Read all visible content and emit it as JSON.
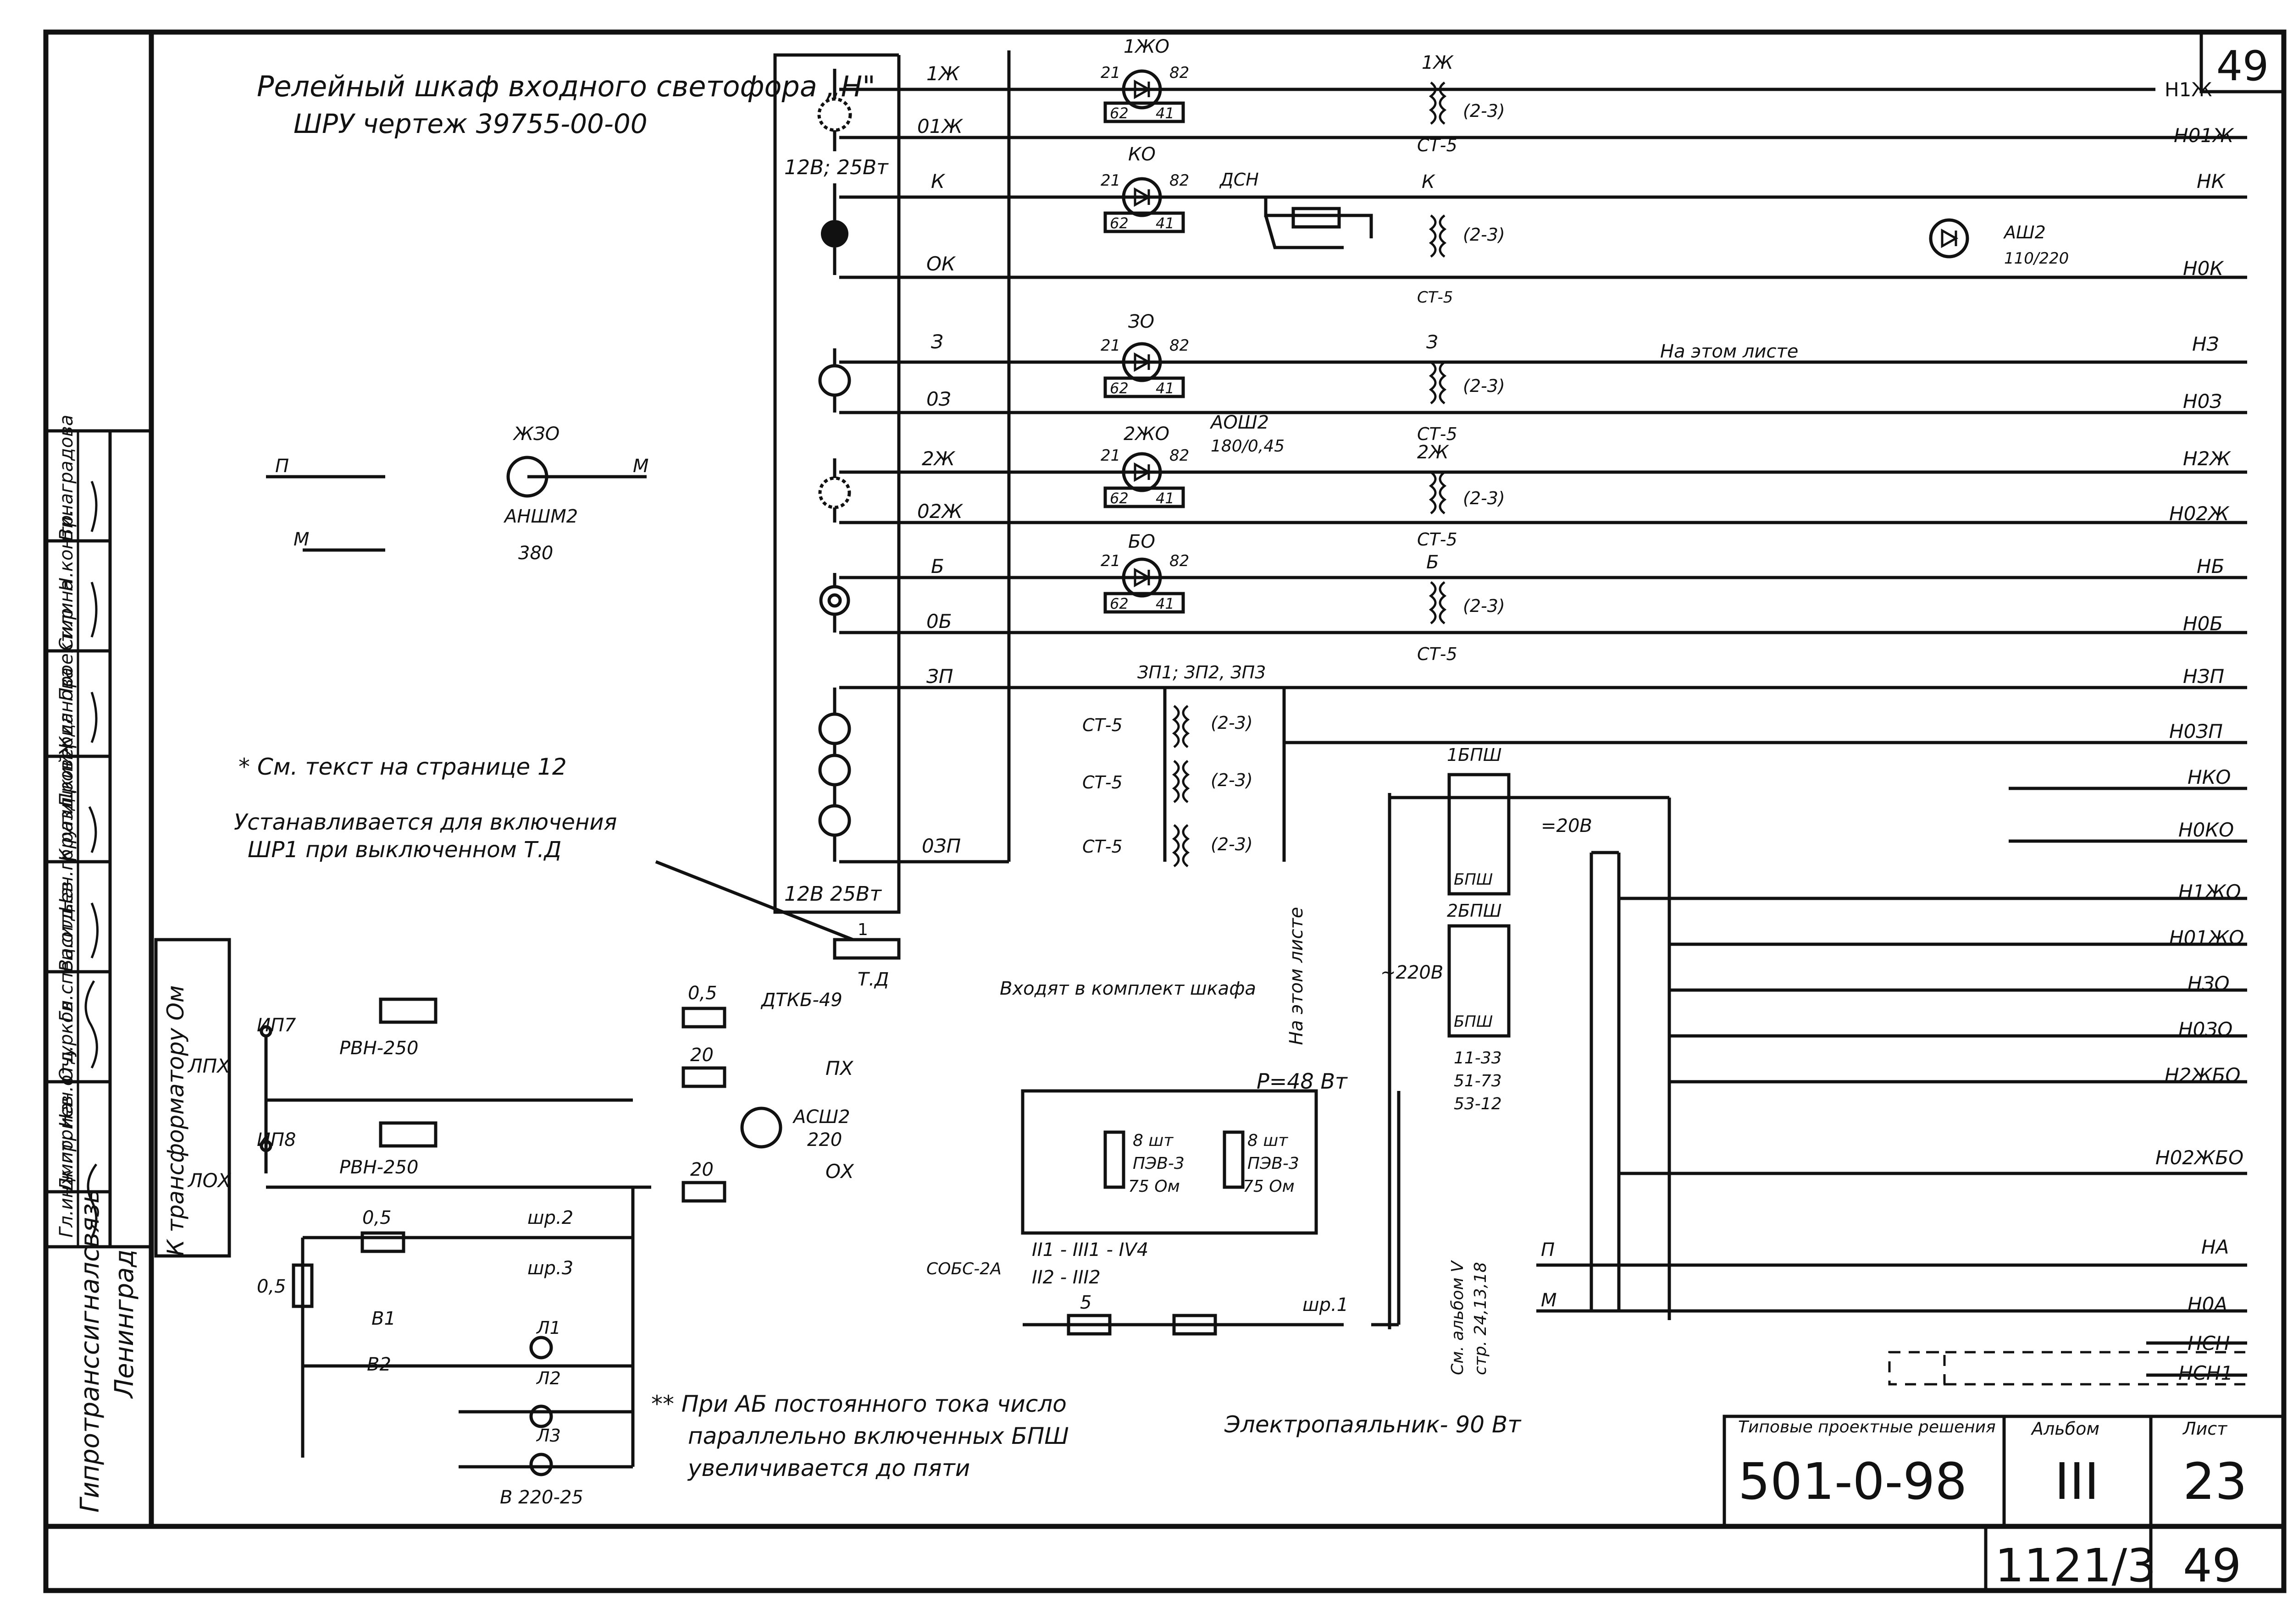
{
  "sheet": {
    "sheet_number_top": "49",
    "title_line1": "Релейный шкаф входного светофора „Н\"",
    "title_line2": "ШРУ чертеж 39755-00-00",
    "note_star": "* См. текст на странице 12",
    "note_install_line1": "Устанавливается для включения",
    "note_install_line2": "ШР1 при выключенном Т.Д",
    "note_kit": "Входят в комплект шкафа",
    "note_dstar_line1": "** При АБ постоянного тока число",
    "note_dstar_line2": "параллельно включенных БПШ",
    "note_dstar_line3": "увеличивается до пяти",
    "soldering_iron": "Электропаяльник- 90 Вт",
    "power_label": "Р=48 Вт",
    "on_this_sheet": "На этом листе",
    "see_album": "См. альбом V",
    "see_pages": "стр. 24,13,18",
    "to_transformer": "К трансформатору Ом",
    "org_name": "Гипротранссигналсвязь",
    "org_city": "Ленинград"
  },
  "signatures": [
    {
      "role": "Гл.инж.пр.",
      "name": "Дмитриев"
    },
    {
      "role": "Нач.отд.",
      "name": "Очурков"
    },
    {
      "role": "Гл.спец.отд.",
      "name": "Васильев"
    },
    {
      "role": "Нач.гр.разд.",
      "name": "Крупицкий"
    },
    {
      "role": "Проверил",
      "name": "Жданова"
    },
    {
      "role": "Проектир.",
      "name": "Силина"
    },
    {
      "role": "Н.контр.",
      "name": "Винаградова"
    }
  ],
  "stamp": {
    "series_label": "Типовые проектные решения",
    "series_value": "501-0-98",
    "album_label": "Альбом",
    "album_value": "III",
    "sheet_label": "Лист",
    "sheet_value": "23",
    "bottom_code": "1121/3",
    "bottom_sheet": "49"
  },
  "rows": [
    {
      "wire": "1Ж",
      "relay": "1ЖО",
      "out": "Н1Ж"
    },
    {
      "wire": "01Ж",
      "out": "Н01Ж"
    },
    {
      "wire": "К",
      "relay": "КО",
      "out": "НК"
    },
    {
      "wire": "ОК",
      "out": "Н0К"
    },
    {
      "wire": "З",
      "relay": "ЗО",
      "out": "НЗ"
    },
    {
      "wire": "0З",
      "out": "Н0З"
    },
    {
      "wire": "2Ж",
      "relay": "2ЖО",
      "out": "Н2Ж"
    },
    {
      "wire": "02Ж",
      "out": "Н02Ж"
    },
    {
      "wire": "Б",
      "relay": "БО",
      "out": "НБ"
    },
    {
      "wire": "0Б",
      "out": "Н0Б"
    },
    {
      "wire": "ЗП",
      "out": "НЗП"
    },
    {
      "wire": "0ЗП",
      "out": "Н0ЗП"
    }
  ],
  "right_outputs": [
    "НКО",
    "Н0КО",
    "Н1ЖО",
    "Н01ЖО",
    "НЗО",
    "Н0ЗО",
    "Н2ЖБО",
    "Н02ЖБО",
    "НА",
    "Н0А",
    "НСН",
    "НСН1"
  ],
  "labels": {
    "lamp_power_top": "12В; 25Вт",
    "lamp_power_bottom": "12В  25Вт",
    "st5": "СТ-5",
    "taps": "(2-3)",
    "relay_contacts_a": "62",
    "relay_contacts_b": "41",
    "relay_21": "21",
    "relay_82": "82",
    "aosh2": "АОШ2",
    "aosh2_val": "180/0,45",
    "dsn": "ДСН",
    "zsp": "ЗП1; ЗП2, ЗП3",
    "ansh": "АНШМ2",
    "ansh_val": "380",
    "zho": "ЖЗО",
    "bpsh1": "1БПШ",
    "bpsh2": "2БПШ",
    "bpsh": "БПШ",
    "volt20": "=20В",
    "volt220": "~220В",
    "bpsh_links": [
      "11-33",
      "51-73",
      "53-12"
    ],
    "rvn": "РВН-250",
    "ash2": "АСШ2",
    "ash2_val": "220",
    "dtkb": "ДТКБ-49",
    "td": "Т.Д",
    "sobs": "СОБС-2А",
    "pev": "ПЭВ-3",
    "pev_count": "8 шт",
    "pev_res": "75 Ом",
    "transformer_pins1": "II1 - III1 - IV4",
    "transformer_pins2": "II2 - III2",
    "lamp": "В 220-25",
    "ip7": "ИП7",
    "ip8": "ИП8",
    "lpkh": "ЛПХ",
    "lokh": "ЛОХ",
    "px": "ПХ",
    "ox": "ОХ",
    "fuse05": "0,5",
    "fuse20": "20",
    "fuse5": "5",
    "b1": "В1",
    "b2": "В2",
    "l1": "Л1",
    "l2": "Л2",
    "l3": "Л3",
    "shr1": "шр.1",
    "shr2": "шр.2",
    "shr3": "шр.3",
    "p": "П",
    "m": "М",
    "ash_top": "АШ2",
    "ash_top_val": "110/220"
  }
}
